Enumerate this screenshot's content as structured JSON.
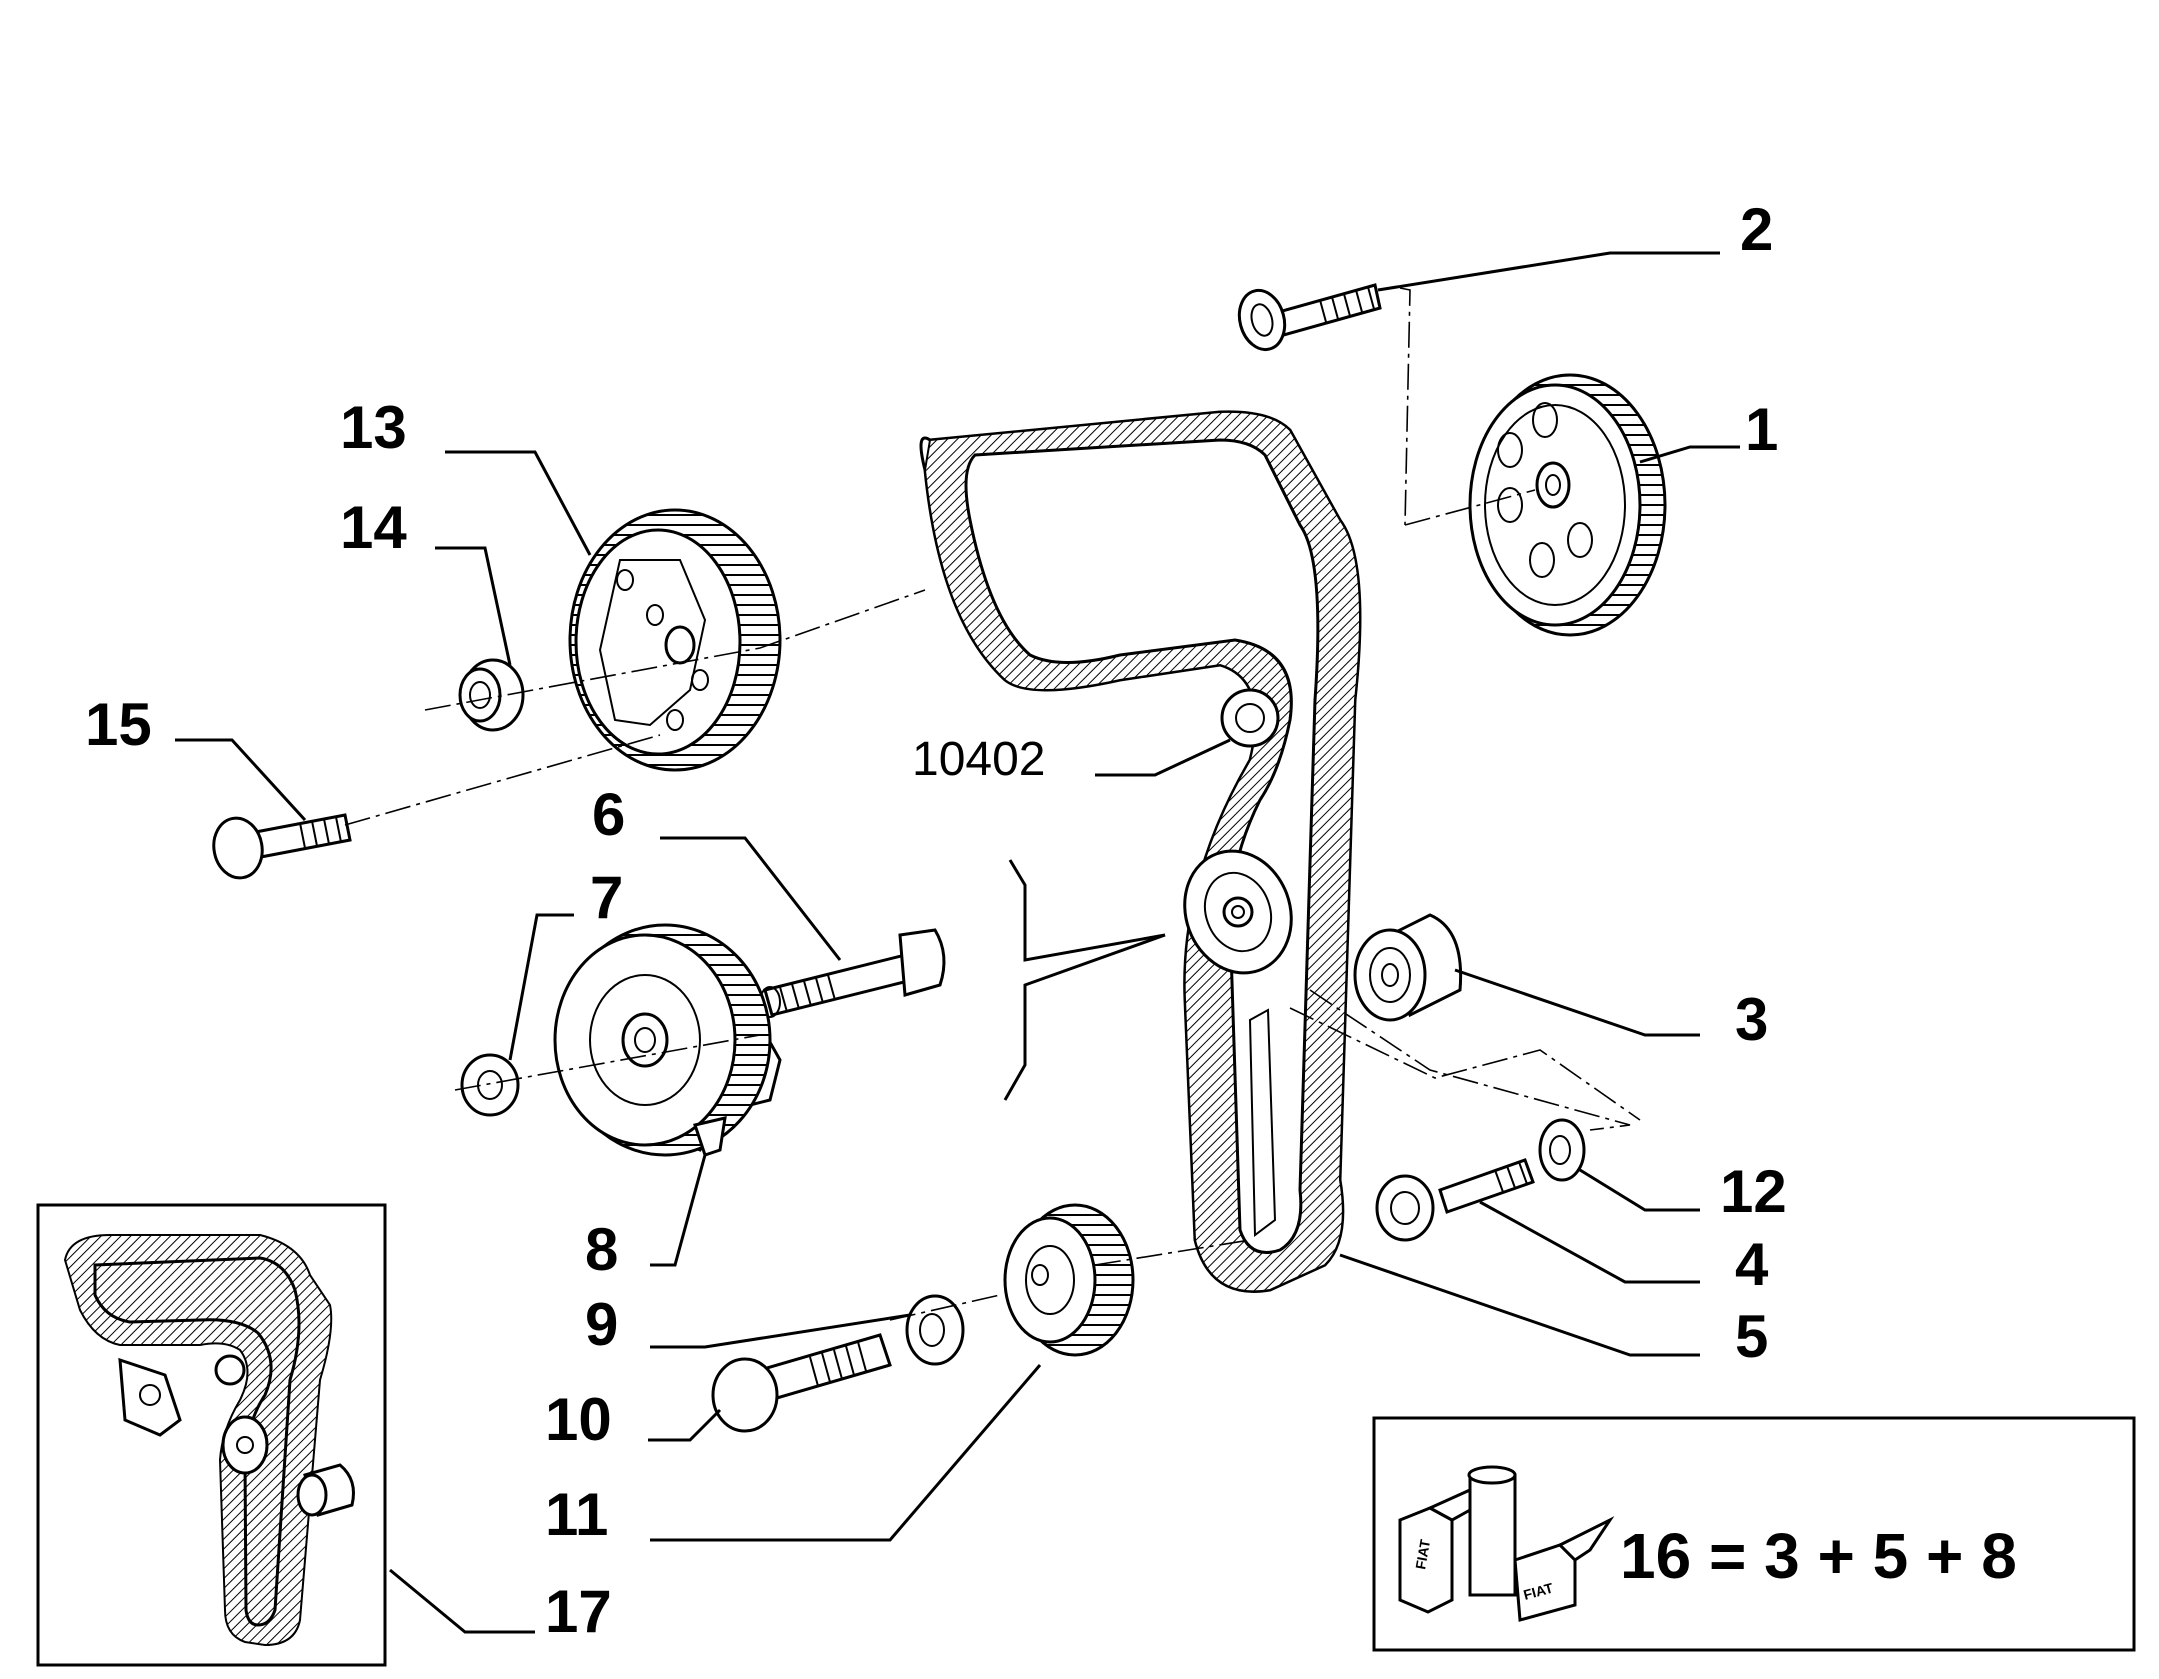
{
  "diagram": {
    "callouts": {
      "c1": "1",
      "c2": "2",
      "c3": "3",
      "c4": "4",
      "c5": "5",
      "c6": "6",
      "c7": "7",
      "c8": "8",
      "c9": "9",
      "c10": "10",
      "c11": "11",
      "c12": "12",
      "c13": "13",
      "c14": "14",
      "c15": "15",
      "c17": "17"
    },
    "reference_label": "10402",
    "kit_formula": "16 = 3 + 5 + 8",
    "kit_logo_text": "FIAT"
  }
}
